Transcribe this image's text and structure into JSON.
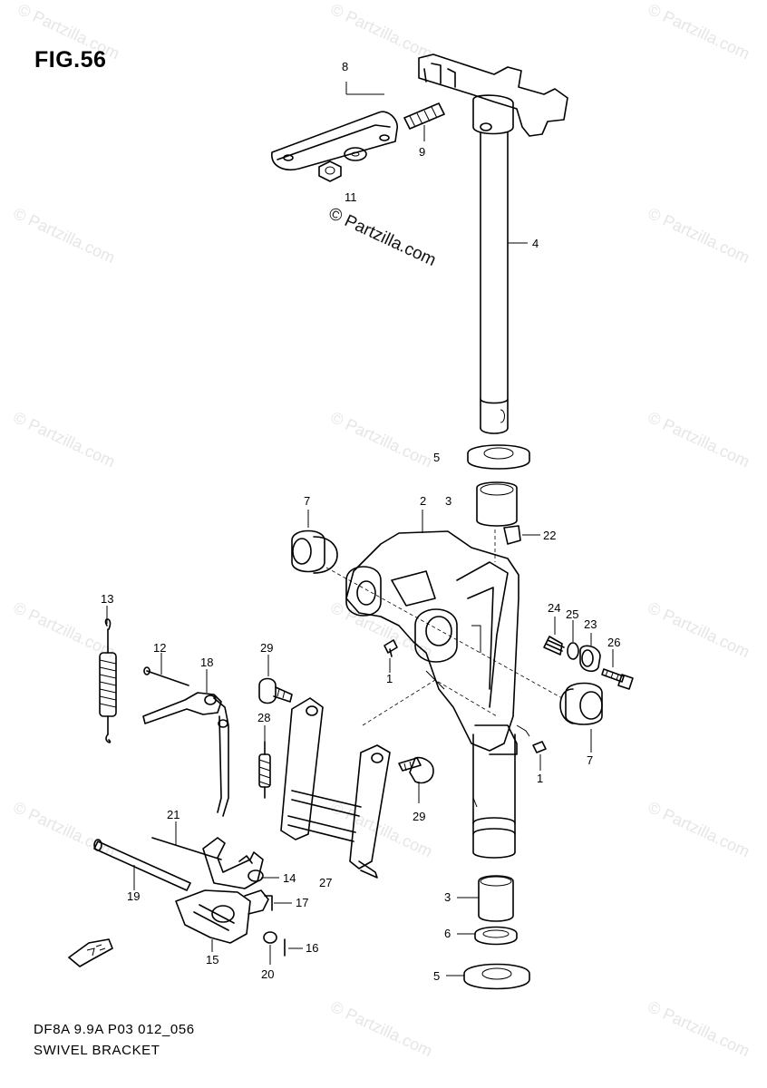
{
  "figure": {
    "title": "FIG.56"
  },
  "footer": {
    "code": "DF8A 9.9A P03 012_056",
    "name": "SWIVEL BRACKET"
  },
  "watermark": {
    "text": "© Partzilla.com",
    "color": "#e6e6e6"
  },
  "callouts": {
    "c1a": "1",
    "c1b": "1",
    "c2": "2",
    "c3a": "3",
    "c3b": "3",
    "c4": "4",
    "c5a": "5",
    "c5b": "5",
    "c6": "6",
    "c7a": "7",
    "c7b": "7",
    "c8": "8",
    "c9": "9",
    "c11": "11",
    "c12": "12",
    "c13": "13",
    "c14": "14",
    "c15": "15",
    "c16": "16",
    "c17": "17",
    "c18": "18",
    "c19": "19",
    "c20": "20",
    "c21": "21",
    "c22": "22",
    "c23": "23",
    "c24": "24",
    "c25": "25",
    "c26": "26",
    "c27": "27",
    "c28": "28",
    "c29a": "29",
    "c29b": "29"
  },
  "icons": {
    "front_arrow": "fwd-arrow-icon"
  }
}
